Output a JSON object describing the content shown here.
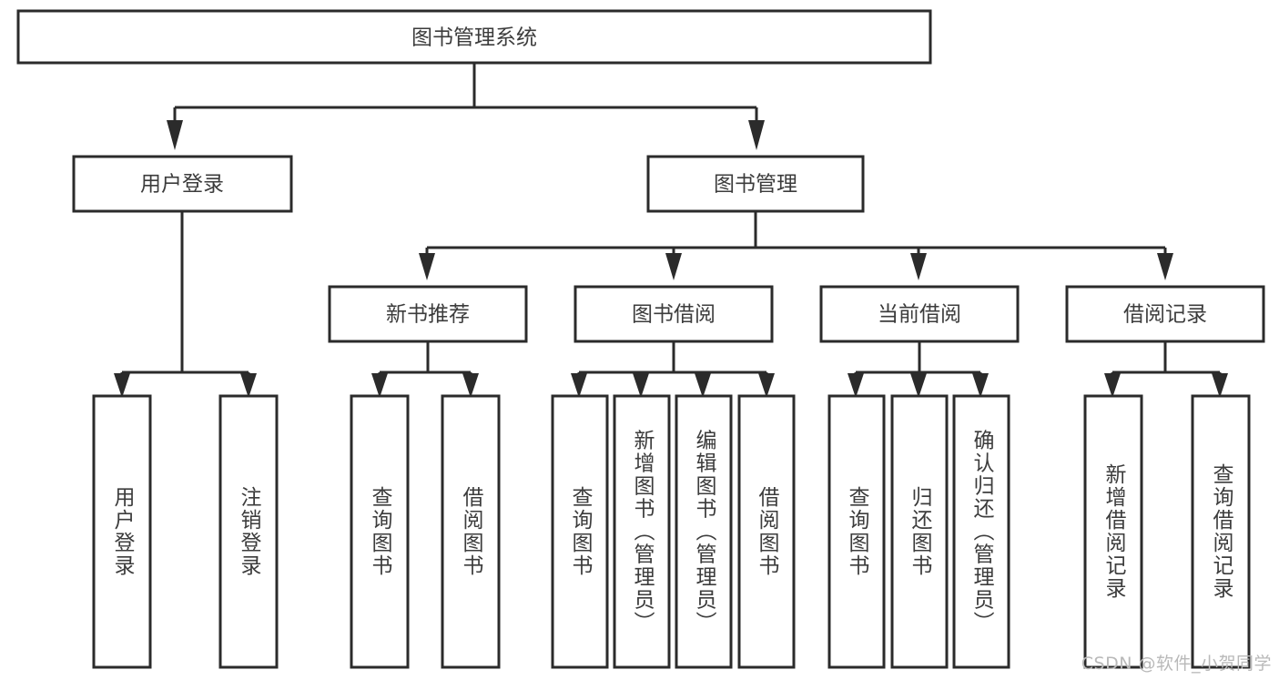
{
  "diagram": {
    "type": "tree-hierarchy-chart",
    "title": "图书管理系统",
    "background_color": "#ffffff",
    "line_color": "#2b2b2b",
    "text_color": "#3c3c3c",
    "root": {
      "label": "图书管理系统"
    },
    "level1": [
      {
        "label": "用户登录"
      },
      {
        "label": "图书管理"
      }
    ],
    "level2": [
      {
        "label": "新书推荐",
        "parent": "图书管理"
      },
      {
        "label": "图书借阅",
        "parent": "图书管理"
      },
      {
        "label": "当前借阅",
        "parent": "图书管理"
      },
      {
        "label": "借阅记录",
        "parent": "图书管理"
      }
    ],
    "leaves": {
      "user_login": [
        {
          "label": "用户登录"
        },
        {
          "label": "注销登录"
        }
      ],
      "new_book_recommend": [
        {
          "label": "查询图书"
        },
        {
          "label": "借阅图书"
        }
      ],
      "book_borrow": [
        {
          "label": "查询图书"
        },
        {
          "label": "新增图书（管理员）"
        },
        {
          "label": "编辑图书（管理员）"
        },
        {
          "label": "借阅图书"
        }
      ],
      "current_borrow": [
        {
          "label": "查询图书"
        },
        {
          "label": "归还图书"
        },
        {
          "label": "确认归还（管理员）"
        }
      ],
      "borrow_record": [
        {
          "label": "新增借阅记录"
        },
        {
          "label": "查询借阅记录"
        }
      ]
    }
  },
  "watermark": {
    "text": "CSDN @软件_小贺同学"
  }
}
